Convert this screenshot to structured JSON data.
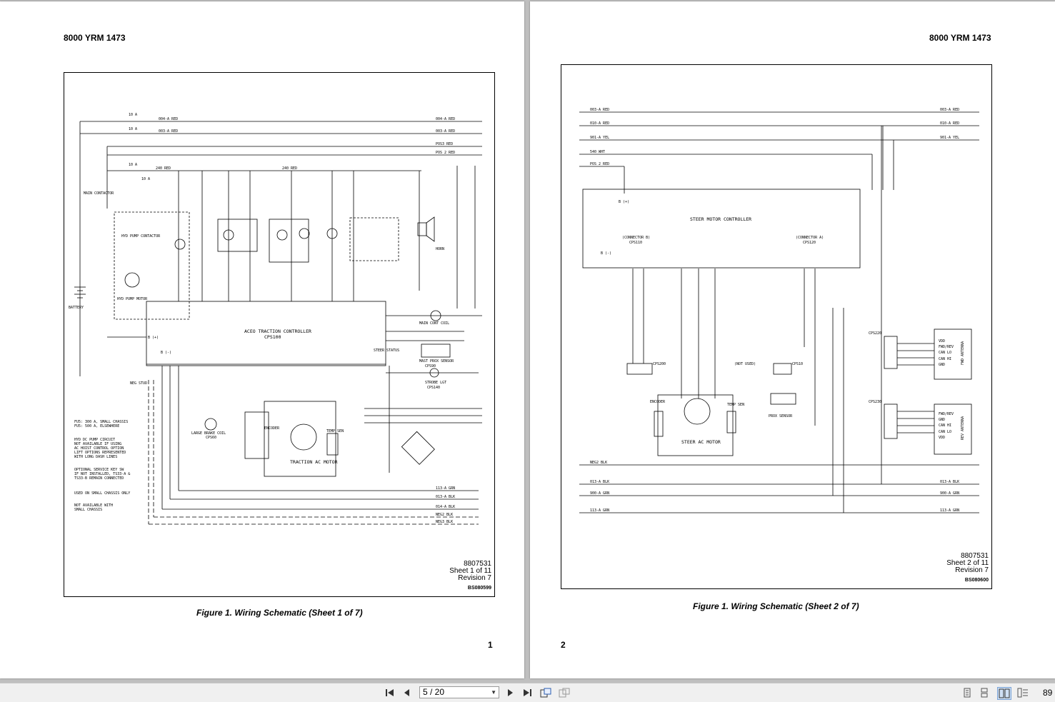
{
  "viewer": {
    "pages": [
      {
        "header": "8000 YRM 1473",
        "caption": "Figure 1. Wiring Schematic (Sheet 1 of 7)",
        "page_number": "1",
        "stamp": {
          "drawing": "8807531",
          "sheet": "Sheet 1 of 11",
          "revision": "Revision 7",
          "code": "BS080599"
        },
        "schematic_labels": {
          "fu1": "10 A",
          "fu2": "10 A",
          "fu3": "10 A",
          "fu4": "10 A",
          "w004": "004-A RED",
          "w003": "003-A RED",
          "w240": "240 RED",
          "pos3": "POS3 RED",
          "pos2": "POS 2 RED",
          "main_contactor": "MAIN CONTACTOR",
          "hyd_pump_contactor": "HYD PUMP CONTACTOR",
          "hyd_pump_motor": "HYD PUMP MOTOR",
          "battery": "BATTERY",
          "horn": "HORN",
          "controller": "ACEO TRACTION CONTROLLER",
          "controller_ref": "CPS100",
          "main_cont_coil": "MAIN CONT COIL",
          "mast_prox": "MAST PROX SENSOR",
          "mast_prox_ref": "CPS90",
          "strobe": "STROBE LGT",
          "strobe_ref": "CPS140",
          "brake_coil": "LARGE BRAKE COIL",
          "brake_ref": "CPS60",
          "encoder": "ENCODER",
          "motor": "TRACTION AC MOTOR",
          "temp_sen": "TEMP SEN",
          "steer_status": "STEER STATUS",
          "neg_stud": "NEG STUD",
          "b_plus": "B (+)",
          "b_minus": "B (-)",
          "notes": [
            "FU5: 300 A, SMALL CHASSIS",
            "FU5: 500 A, ELSEWHERE",
            "HYD DC PUMP CIRCUIT",
            "NOT AVAILABLE IF USING",
            "AC HOIST CONTROL OPTION",
            "LIFT OPTIONS REPRESENTED",
            "WITH LONG DASH LINES",
            "OPTIONAL SERVICE KEY SW",
            "IF NOT INSTALLED, TS33-A &",
            "TS33-B REMAIN CONNECTED",
            "USED ON SMALL CHASSIS ONLY",
            "NOT AVAILABLE WITH",
            "SMALL CHASSIS"
          ],
          "bottom_wires": [
            "113-A GRN",
            "013-A BLK",
            "014-A BLK",
            "NEG2 BLK",
            "NEG3 BLK"
          ]
        }
      },
      {
        "header": "8000 YRM 1473",
        "caption": "Figure 1. Wiring Schematic (Sheet 2 of 7)",
        "page_number": "2",
        "stamp": {
          "drawing": "8807531",
          "sheet": "Sheet 2 of 11",
          "revision": "Revision 7",
          "code": "BS080600"
        },
        "schematic_labels": {
          "top_wires": [
            "003-A RED",
            "010-A RED",
            "901-A YEL",
            "540 WHT",
            "POS 2 RED"
          ],
          "steer_controller": "STEER MOTOR CONTROLLER",
          "connector_b": "(CONNECTOR B)",
          "connector_b_ref": "CPS110",
          "connector_a": "(CONNECTOR A)",
          "connector_a_ref": "CPS120",
          "b_plus": "B (+)",
          "b_minus": "B (-)",
          "cps200": "CPS200",
          "cps10": "CPS10",
          "not_used": "(NOT USED)",
          "encoder": "ENCODER",
          "temp_sen": "TEMP SEN",
          "steer_motor": "STEER AC MOTOR",
          "prox": "PROX SENSOR",
          "cps220": "CPS220",
          "cps230": "CPS230",
          "fwd_antenna": "FWD ANTENNA",
          "rev_antenna": "REV ANTENNA",
          "fwd_signals": [
            "VDD",
            "FWD/REV",
            "CAN LO",
            "CAN HI",
            "GND"
          ],
          "rev_signals": [
            "FWD/REV",
            "GND",
            "CAN HI",
            "CAN LO",
            "VDD"
          ],
          "bottom_wires": [
            "NEG2 BLK",
            "013-A BLK",
            "900-A GRN",
            "113-A GRN"
          ]
        }
      }
    ]
  },
  "toolbar": {
    "page_indicator": "5 / 20",
    "zoom": "89",
    "icons": [
      "first-page-icon",
      "prev-page-icon",
      "next-page-icon",
      "last-page-icon",
      "fit-page-icon",
      "fit-width-icon",
      "single-page-icon",
      "continuous-icon",
      "facing-icon",
      "thumbnails-icon"
    ]
  }
}
